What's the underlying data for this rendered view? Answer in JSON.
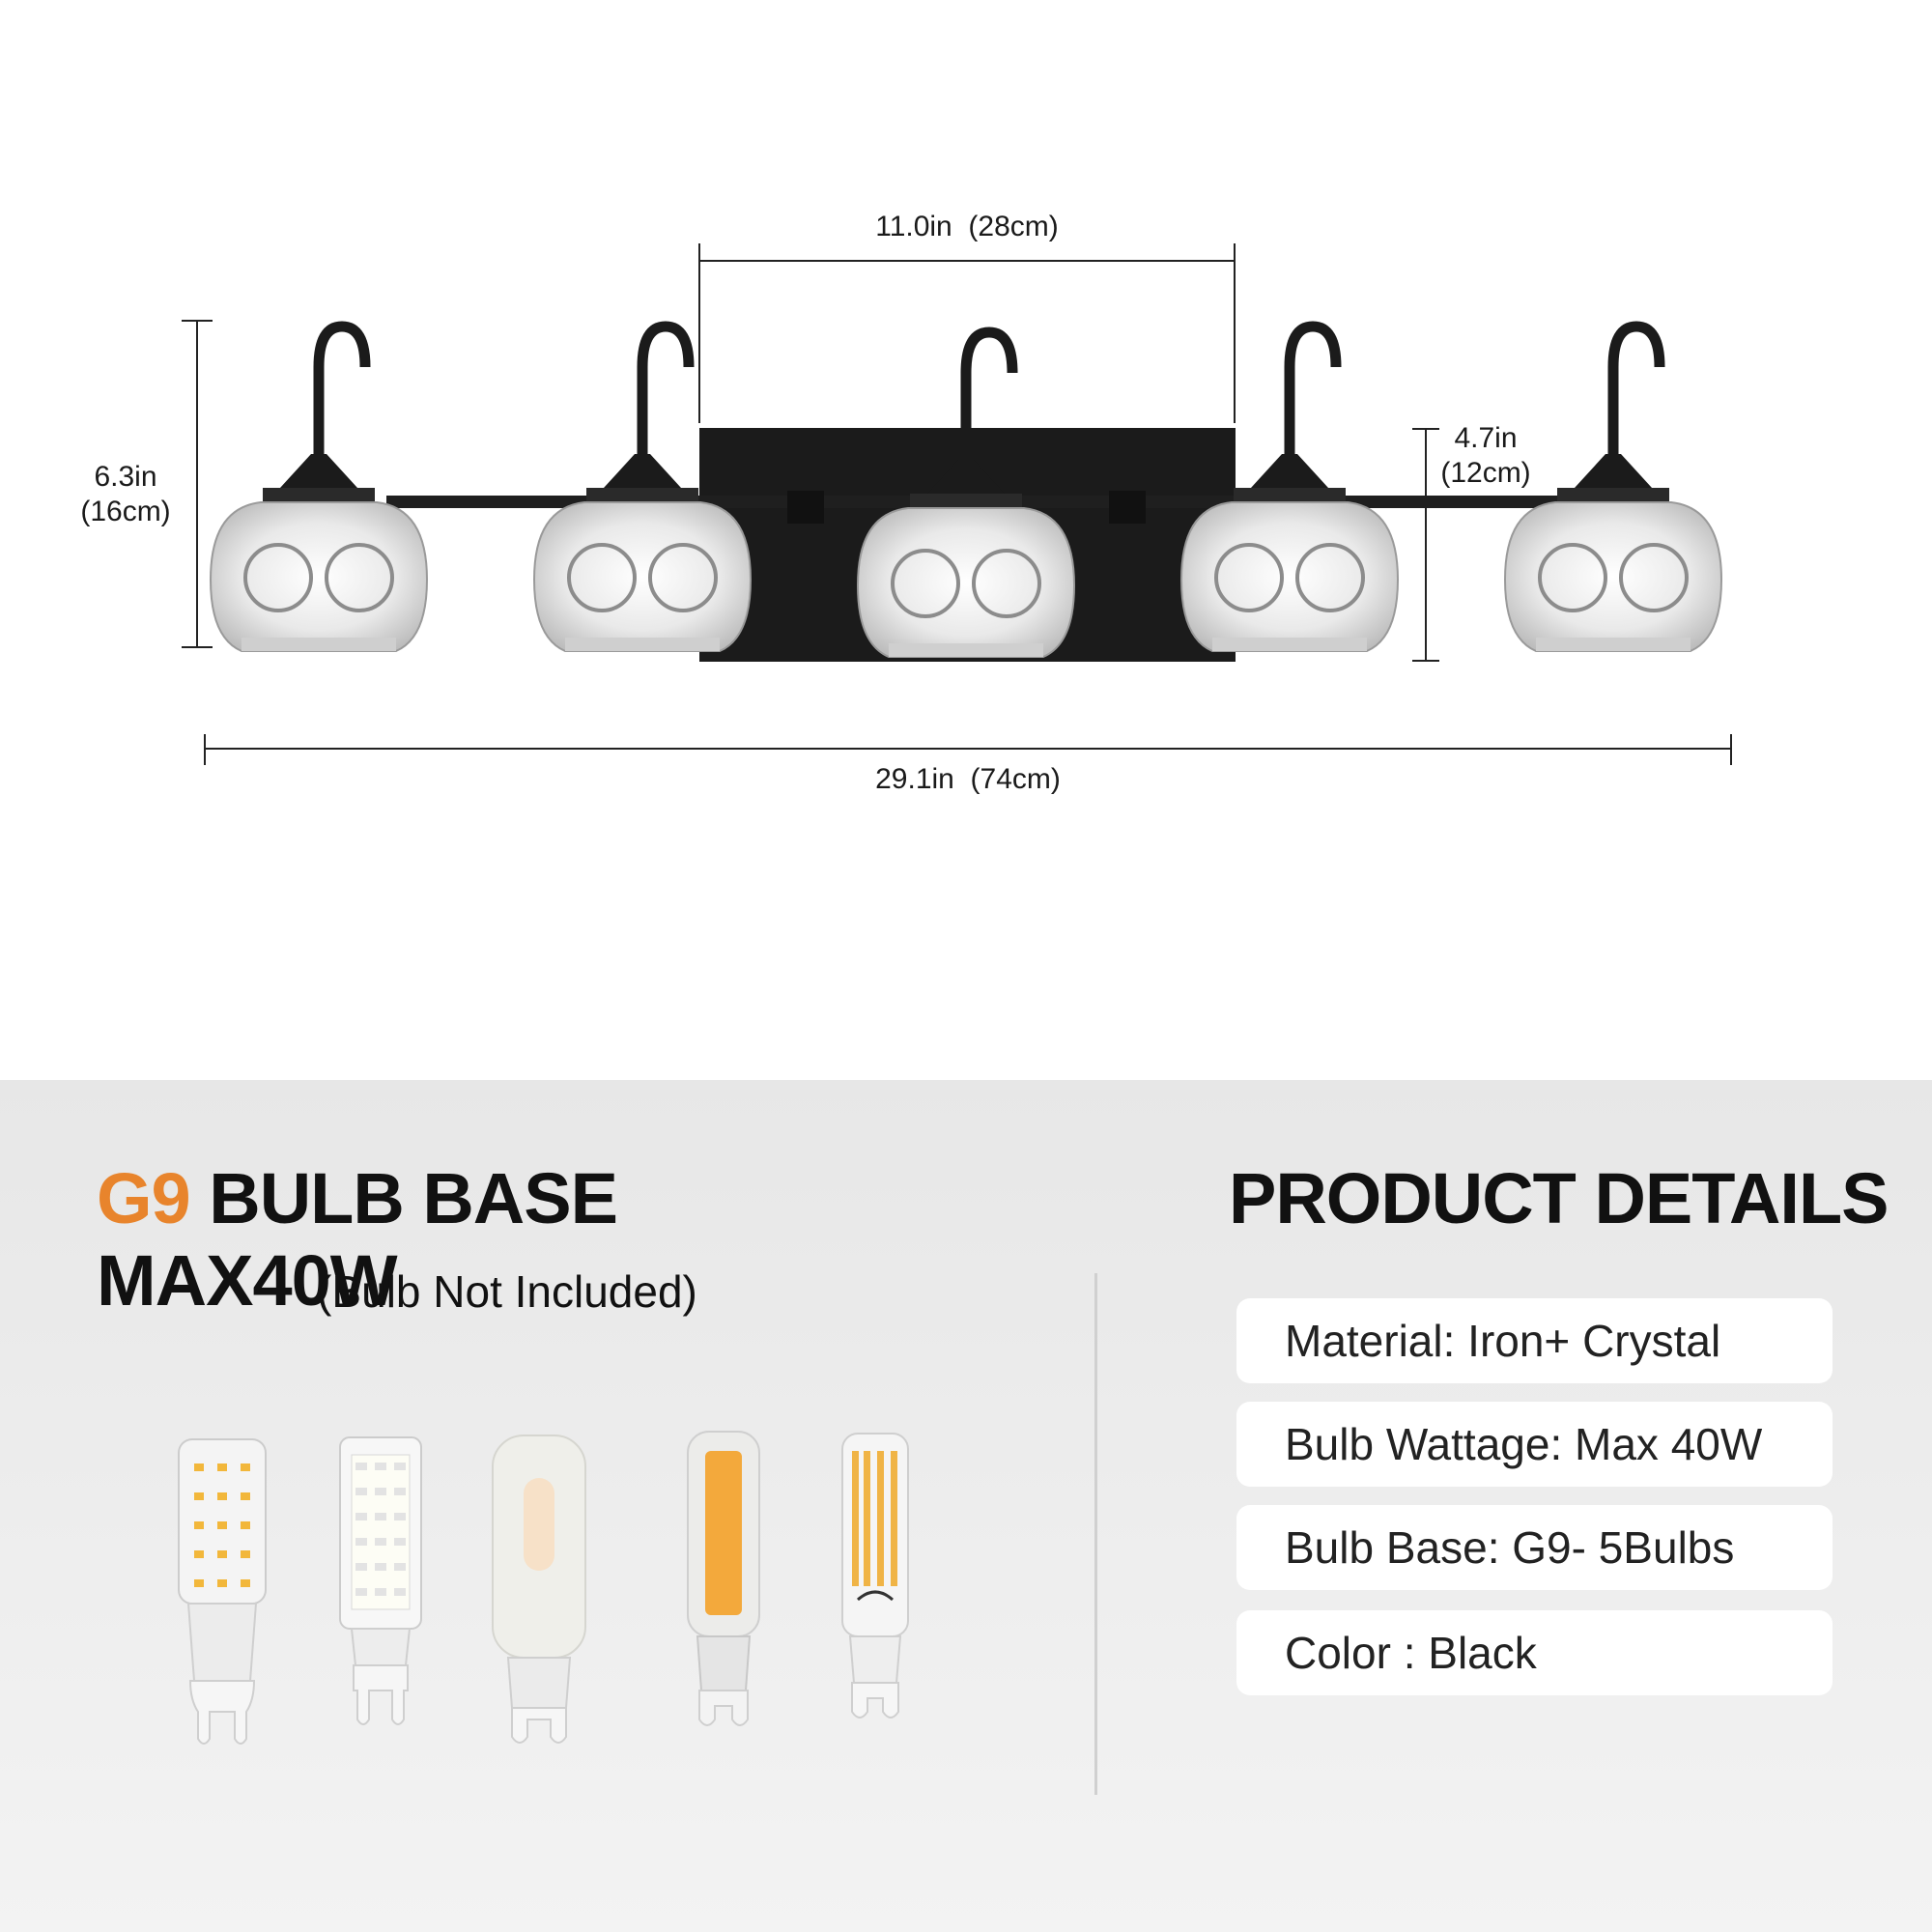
{
  "dimensions": {
    "center_width": "11.0in  (28cm)",
    "height_in": "6.3in",
    "height_cm": "(16cm)",
    "backplate_in": "4.7in",
    "backplate_cm": "(12cm)",
    "total_width": "29.1in  (74cm)"
  },
  "bulb_info": {
    "accent_text": "G9",
    "heading_rest": " BULB BASE MAX40W",
    "subheading": "(Bulb Not Included)"
  },
  "details": {
    "heading": "PRODUCT DETAILS",
    "items": [
      "Material: Iron+ Crystal",
      "Bulb Wattage: Max 40W",
      "Bulb Base: G9- 5Bulbs",
      "Color : Black"
    ]
  },
  "colors": {
    "accent": "#e8842c",
    "fixture": "#1b1b1b"
  }
}
